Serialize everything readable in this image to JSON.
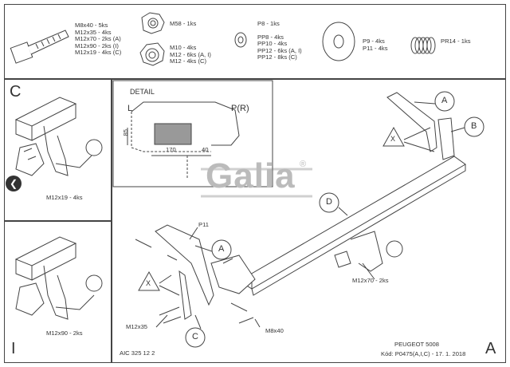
{
  "parts": {
    "bolts_list": [
      "M8x40 - 5ks",
      "M12x35 - 4ks",
      "M12x70 - 2ks (A)",
      "M12x90 - 2ks (I)",
      "M12x19 - 4ks (C)"
    ],
    "nut_m58": "M58 - 1ks",
    "nuts_list": [
      "M10 - 4ks",
      "M12 - 6ks (A, I)",
      "M12 - 4ks (C)"
    ],
    "washers_list": [
      "P8 - 1ks",
      "PP8 - 4ks",
      "PP10 - 4ks",
      "PP12 - 6ks (A, I)",
      "PP12 - 8ks (C)"
    ],
    "large_washers_list": [
      "P9 - 4ks",
      "P11 - 4ks"
    ],
    "spring_washer": "PR14 - 1ks"
  },
  "panel_c": {
    "letter": "C",
    "bolt_label": "M12x19 - 4ks"
  },
  "panel_i": {
    "letter": "I",
    "bolt_label": "M12x90 - 2ks"
  },
  "detail": {
    "title": "DETAIL",
    "left_label": "L",
    "right_label": "P(R)",
    "dim_vertical": "85",
    "dim_170": "170",
    "dim_40": "40"
  },
  "logo": {
    "text": "Galia",
    "mark": "®"
  },
  "main": {
    "callout_a_top": "A",
    "callout_b": "B",
    "callout_d": "D",
    "callout_x_top": "X",
    "callout_a_mid": "A",
    "callout_x_left": "X",
    "callout_c": "C",
    "p11": "P11",
    "m12x70": "M12x70 - 2ks",
    "m12x35": "M12x35",
    "m8x40": "M8x40"
  },
  "footer": {
    "code": "AIC 325 12 2",
    "model": "PEUGEOT 5008",
    "kod": "Kód: P0475(A,I,C) - 17. 1. 2018",
    "corner_letter": "A"
  },
  "nav": {
    "icon": "chevron-left-icon",
    "glyph": "❮"
  }
}
